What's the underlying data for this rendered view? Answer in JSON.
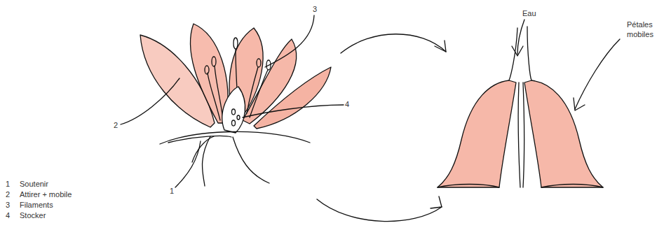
{
  "diagram": {
    "labels": [
      "1",
      "Soutenir",
      "2",
      "Attirer + mobile",
      "3",
      "Filaments",
      "4",
      "Stocker",
      "3",
      "2",
      "4",
      "1",
      "Eau",
      "Pétales mobiles"
    ]
  }
}
